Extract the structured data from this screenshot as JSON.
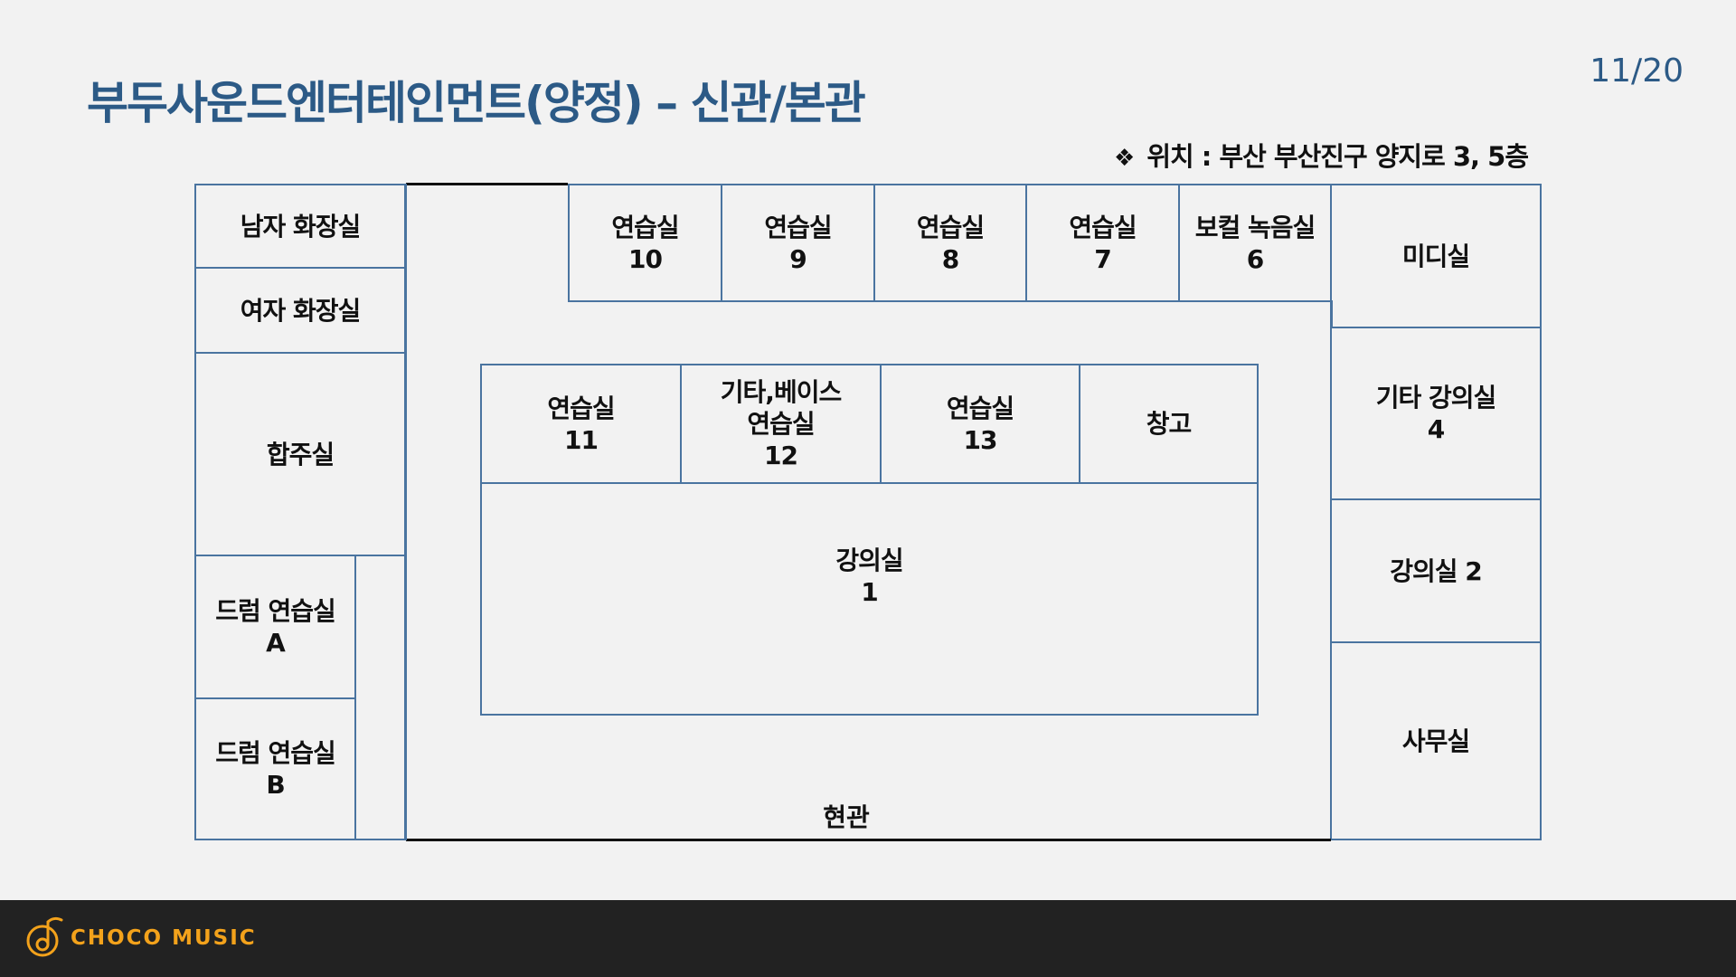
{
  "header": {
    "title": "부두사운드엔터테인먼트(양정) – 신관/본관",
    "page_number": "11/20",
    "location_bullet": "❖",
    "location": "위치 : 부산 부산진구 양지로 3, 5층"
  },
  "rooms": {
    "mens_restroom": "남자 화장실",
    "womens_restroom": "여자 화장실",
    "ensemble_room": "합주실",
    "drum_room_a": "드럼 연습실\nA",
    "drum_room_b": "드럼 연습실\nB",
    "practice_10": "연습실\n10",
    "practice_9": "연습실\n9",
    "practice_8": "연습실\n8",
    "practice_7": "연습실\n7",
    "vocal_recording_6": "보컬 녹음실\n6",
    "midi_room": "미디실",
    "practice_11": "연습실\n11",
    "guitar_bass_12": "기타,베이스\n연습실\n12",
    "practice_13": "연습실\n13",
    "storage": "창고",
    "lecture_1": "강의실\n1",
    "guitar_lecture_4": "기타 강의실\n4",
    "lecture_2": "강의실 2",
    "office": "사무실",
    "entrance": "현관"
  },
  "colors": {
    "title": "#2c5a86",
    "room_border": "#4a74a0",
    "footer_bg": "#222222",
    "logo": "#f3a21b"
  },
  "footer": {
    "logo_icon": "music-note-icon",
    "logo_text": "CHOCO MUSIC"
  }
}
